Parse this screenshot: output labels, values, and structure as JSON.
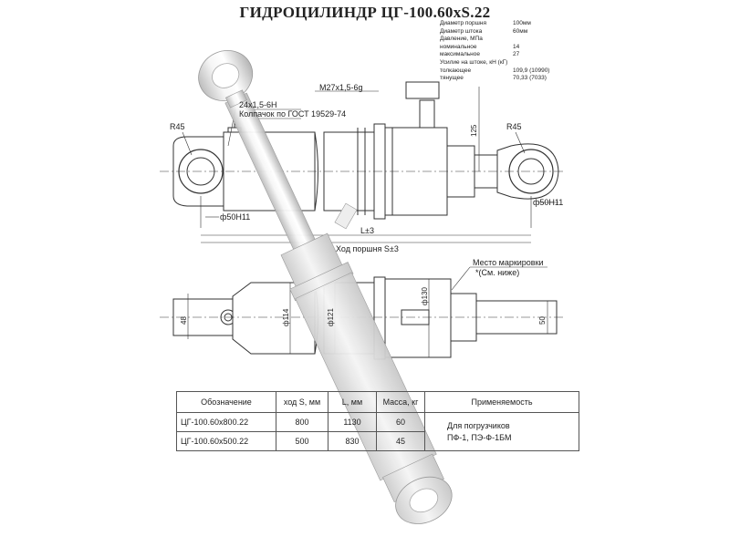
{
  "title": "ГИДРОЦИЛИНДР ЦГ-100.60хS.22",
  "specs": [
    {
      "key": "Диаметр поршня",
      "value": "100мм"
    },
    {
      "key": "Диаметр штока",
      "value": "60мм"
    },
    {
      "key": "Давление, МПа",
      "value": ""
    },
    {
      "key": "номинальное",
      "value": "14"
    },
    {
      "key": "максимальное",
      "value": "27"
    },
    {
      "key": "Усилие на штоке, кН (кГ)",
      "value": ""
    },
    {
      "key": "толкающее",
      "value": "109,9 (10990)"
    },
    {
      "key": "тянущее",
      "value": "70,33 (7033)"
    }
  ],
  "dimensions": {
    "port_thread": "М27х1,5-6g",
    "thread_24": "24х1,5-6Н",
    "grease_fitting": "Колпачок по ГОСТ 19529-74",
    "radius_left": "R45",
    "radius_right": "R45",
    "height_125": "125",
    "bore_left": "ф50Н11",
    "bore_right": "ф50Н11",
    "length_l": "L±3",
    "stroke": "Ход поршня S±3",
    "marking_place": "Место маркировки",
    "marking_note": "*(См. ниже)",
    "dia_114": "ф114",
    "dia_121": "ф121",
    "dia_130": "ф130",
    "width_48": "48",
    "width_50": "50"
  },
  "table": {
    "headers": [
      "Обозначение",
      "ход S, мм",
      "L, мм",
      "Масса, кг",
      "Применяемость"
    ],
    "rows": [
      [
        "ЦГ-100.60х800.22",
        "800",
        "1130",
        "60"
      ],
      [
        "ЦГ-100.60х500.22",
        "500",
        "830",
        "45"
      ]
    ],
    "applicability_line1": "Для погрузчиков",
    "applicability_line2": "ПФ-1, ПЭ-Ф-1БМ"
  }
}
